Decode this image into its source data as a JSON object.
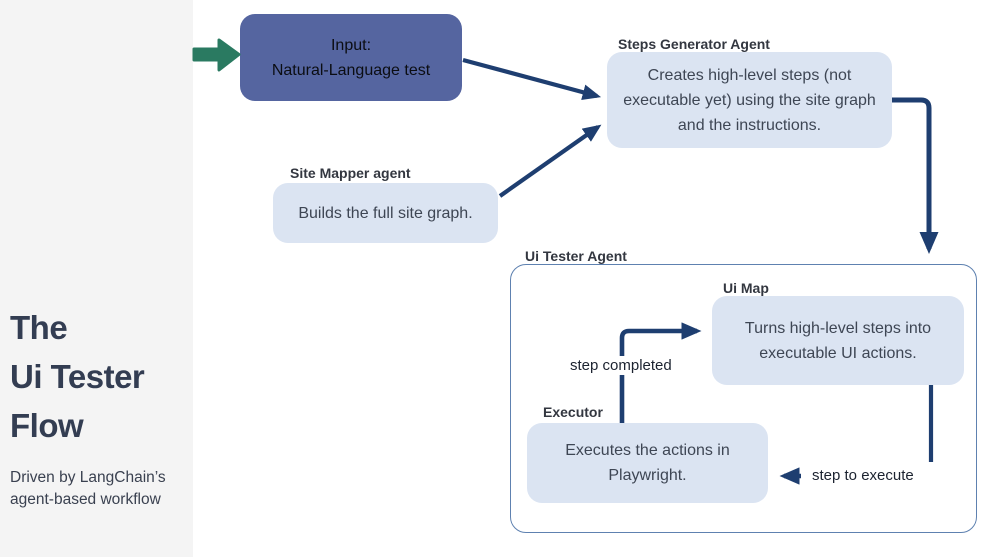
{
  "sidebar": {
    "title_lines": [
      "The",
      "Ui Tester",
      "Flow"
    ],
    "subtitle_lines": [
      "Driven by LangChain’s",
      "agent-based workflow"
    ]
  },
  "flow": {
    "input": {
      "line1": "Input:",
      "line2": "Natural-Language test"
    },
    "steps_generator": {
      "label": "Steps Generator Agent",
      "body": "Creates high-level steps (not executable yet) using the site graph and the instructions."
    },
    "site_mapper": {
      "label": "Site Mapper agent",
      "body": "Builds the full site graph."
    },
    "ui_tester": {
      "label": "Ui Tester Agent"
    },
    "ui_map": {
      "label": "Ui Map",
      "body": "Turns high-level steps into executable UI actions."
    },
    "executor": {
      "label": "Executor",
      "body": "Executes the actions in Playwright."
    },
    "edge_labels": {
      "step_completed": "step completed",
      "step_to_execute": "step to execute"
    }
  },
  "colors": {
    "sidebar_bg": "#f4f4f4",
    "canvas_bg": "#ffffff",
    "node_fill": "#dbe4f2",
    "input_node_fill": "#5565a0",
    "arrow": "#1e3e70",
    "green_arrow": "#2a7a61",
    "container_border": "#5e81b0",
    "title_text": "#333d52"
  }
}
